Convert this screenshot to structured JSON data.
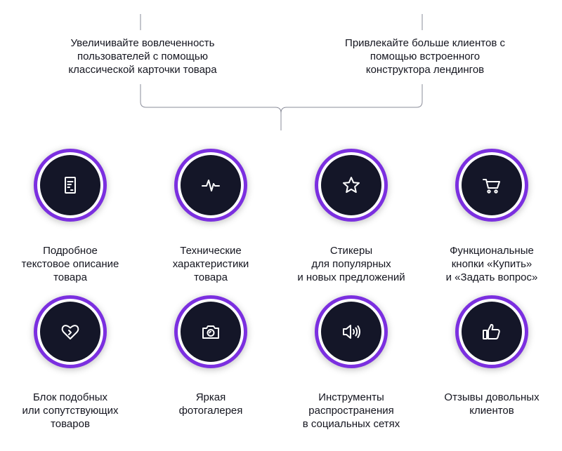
{
  "top_left": {
    "lines": [
      "Увеличивайте вовлеченность",
      "пользователей с помощью",
      "классической карточки товара"
    ]
  },
  "top_right": {
    "lines": [
      "Привлекайте больше клиентов с",
      "помощью встроенного",
      "конструктора лендингов"
    ]
  },
  "features": [
    {
      "icon": "document-icon",
      "lines": [
        "Подробное",
        "текстовое описание",
        "товара"
      ]
    },
    {
      "icon": "pulse-icon",
      "lines": [
        "Технические",
        "характеристики",
        "товара"
      ]
    },
    {
      "icon": "star-icon",
      "lines": [
        "Стикеры",
        "для популярных",
        "и новых предложений"
      ]
    },
    {
      "icon": "cart-icon",
      "lines": [
        "Функциональные",
        "кнопки «Купить»",
        "и «Задать вопрос»"
      ]
    },
    {
      "icon": "heart-icon",
      "lines": [
        "Блок подобных",
        "или сопутствующих",
        "товаров"
      ]
    },
    {
      "icon": "camera-icon",
      "lines": [
        "Яркая",
        "фотогалерея"
      ]
    },
    {
      "icon": "speaker-icon",
      "lines": [
        "Инструменты",
        "распространения",
        "в социальных сетях"
      ]
    },
    {
      "icon": "thumbs-up-icon",
      "lines": [
        "Отзывы довольных",
        "клиентов"
      ]
    }
  ],
  "colors": {
    "ring": "#7b2fe0",
    "disc": "#141628",
    "line": "#8a8c99"
  }
}
